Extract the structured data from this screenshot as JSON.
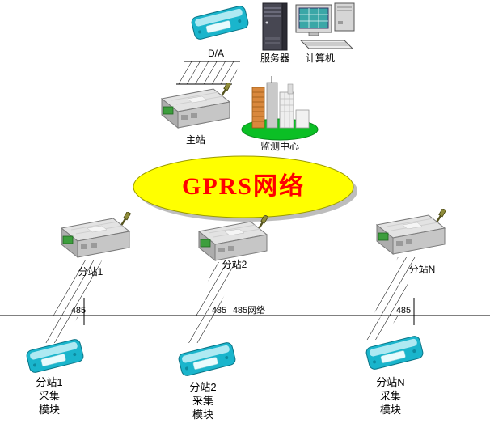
{
  "diagram": {
    "da": {
      "label": "D/A"
    },
    "server": {
      "label": "服务器"
    },
    "computer": {
      "label": "计算机"
    },
    "master": {
      "label": "主站"
    },
    "monitor_center": {
      "label": "监测中心"
    },
    "gprs_cloud": {
      "label": "GPRS网络"
    },
    "substations": [
      {
        "label": "分站1"
      },
      {
        "label": "分站2"
      },
      {
        "label": "分站N"
      }
    ],
    "bus": {
      "tap1": "485",
      "tap2": "485",
      "name": "485网络",
      "tap3": "485"
    },
    "collectors": [
      {
        "label": "分站1\n采集\n模块"
      },
      {
        "label": "分站2\n采集\n模块"
      },
      {
        "label": "分站N\n采集\n模块"
      }
    ],
    "colors": {
      "cloud_fill": "#ffff00",
      "cloud_text": "#ff0000",
      "module_cyan": "#1ab5cc",
      "ground_green": "#0bbf25",
      "line_black": "#000000"
    }
  }
}
